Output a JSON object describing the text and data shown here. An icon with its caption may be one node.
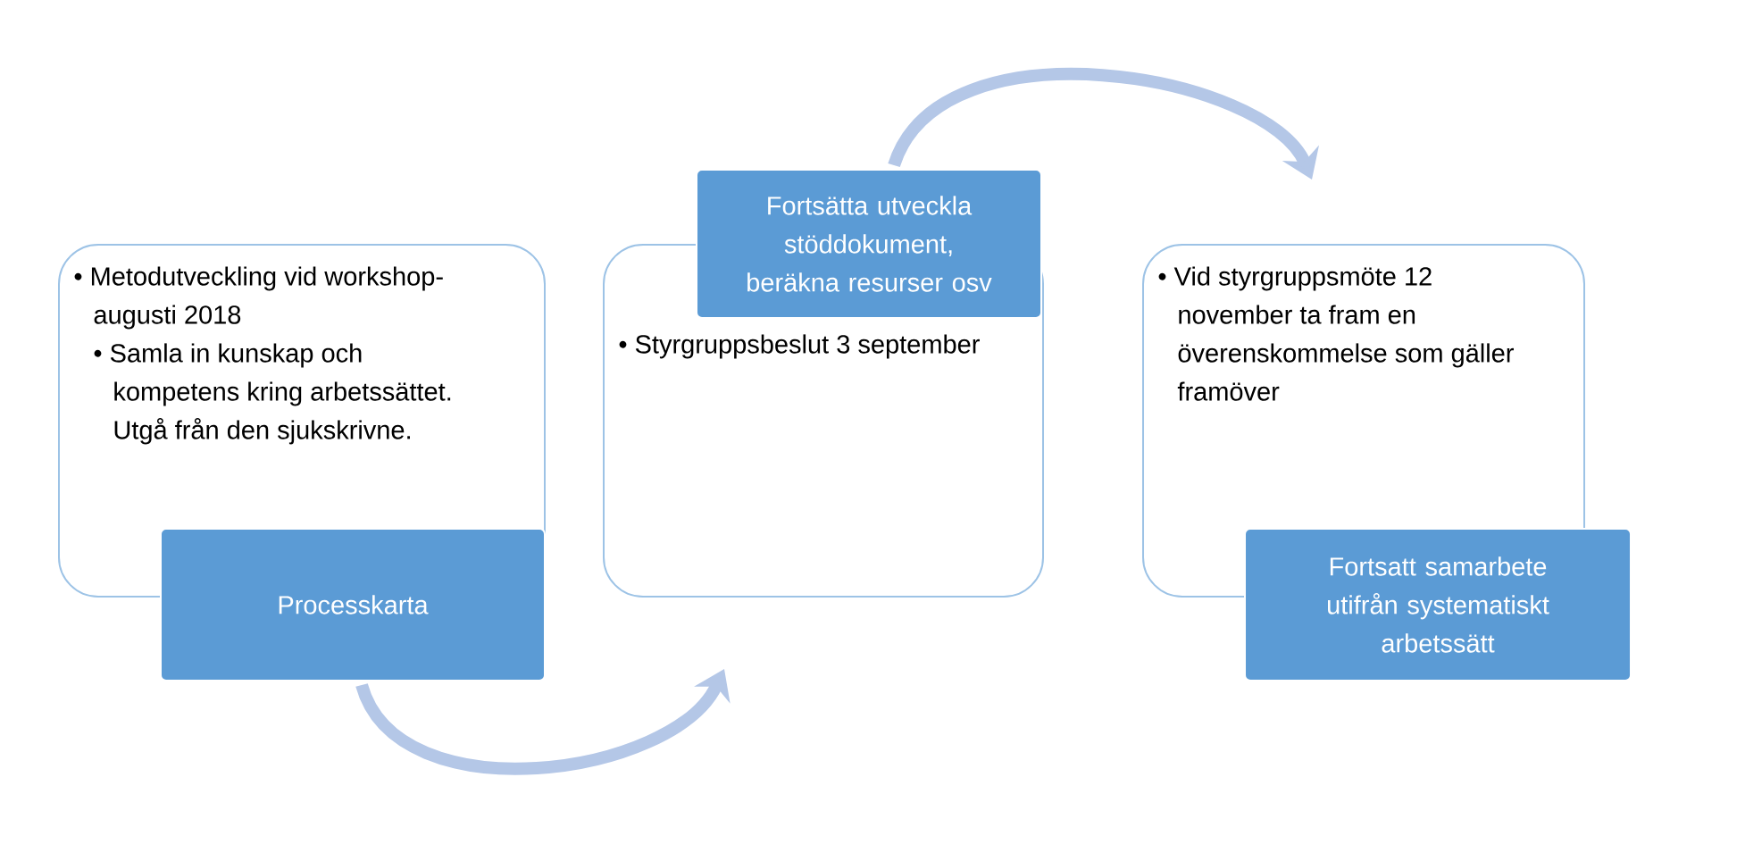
{
  "diagram": {
    "nodes": [
      {
        "text": [
          "• Metodutveckling vid workshop- augusti 2018",
          "• Samla in kunskap och kompetens kring arbetssättet. Utgå från den sjukskrivne."
        ]
      },
      {
        "text": [
          "Processkarta"
        ]
      },
      {
        "text": [
          "• Styrgruppsbeslut 3 september"
        ]
      },
      {
        "text": [
          "Fortsätta utveckla stöddokument, beräkna resurser osv"
        ]
      },
      {
        "text": [
          "• Vid styrgruppsmöte 12 november ta fram en överenskommelse som gäller framöver"
        ]
      },
      {
        "text": [
          "Fortsatt samarbete utifrån systematiskt arbetssätt"
        ]
      }
    ],
    "edges": [
      {
        "from": 1,
        "to": 2,
        "arrow": "to"
      },
      {
        "from": 3,
        "to": 4,
        "arrow": "to"
      }
    ]
  }
}
